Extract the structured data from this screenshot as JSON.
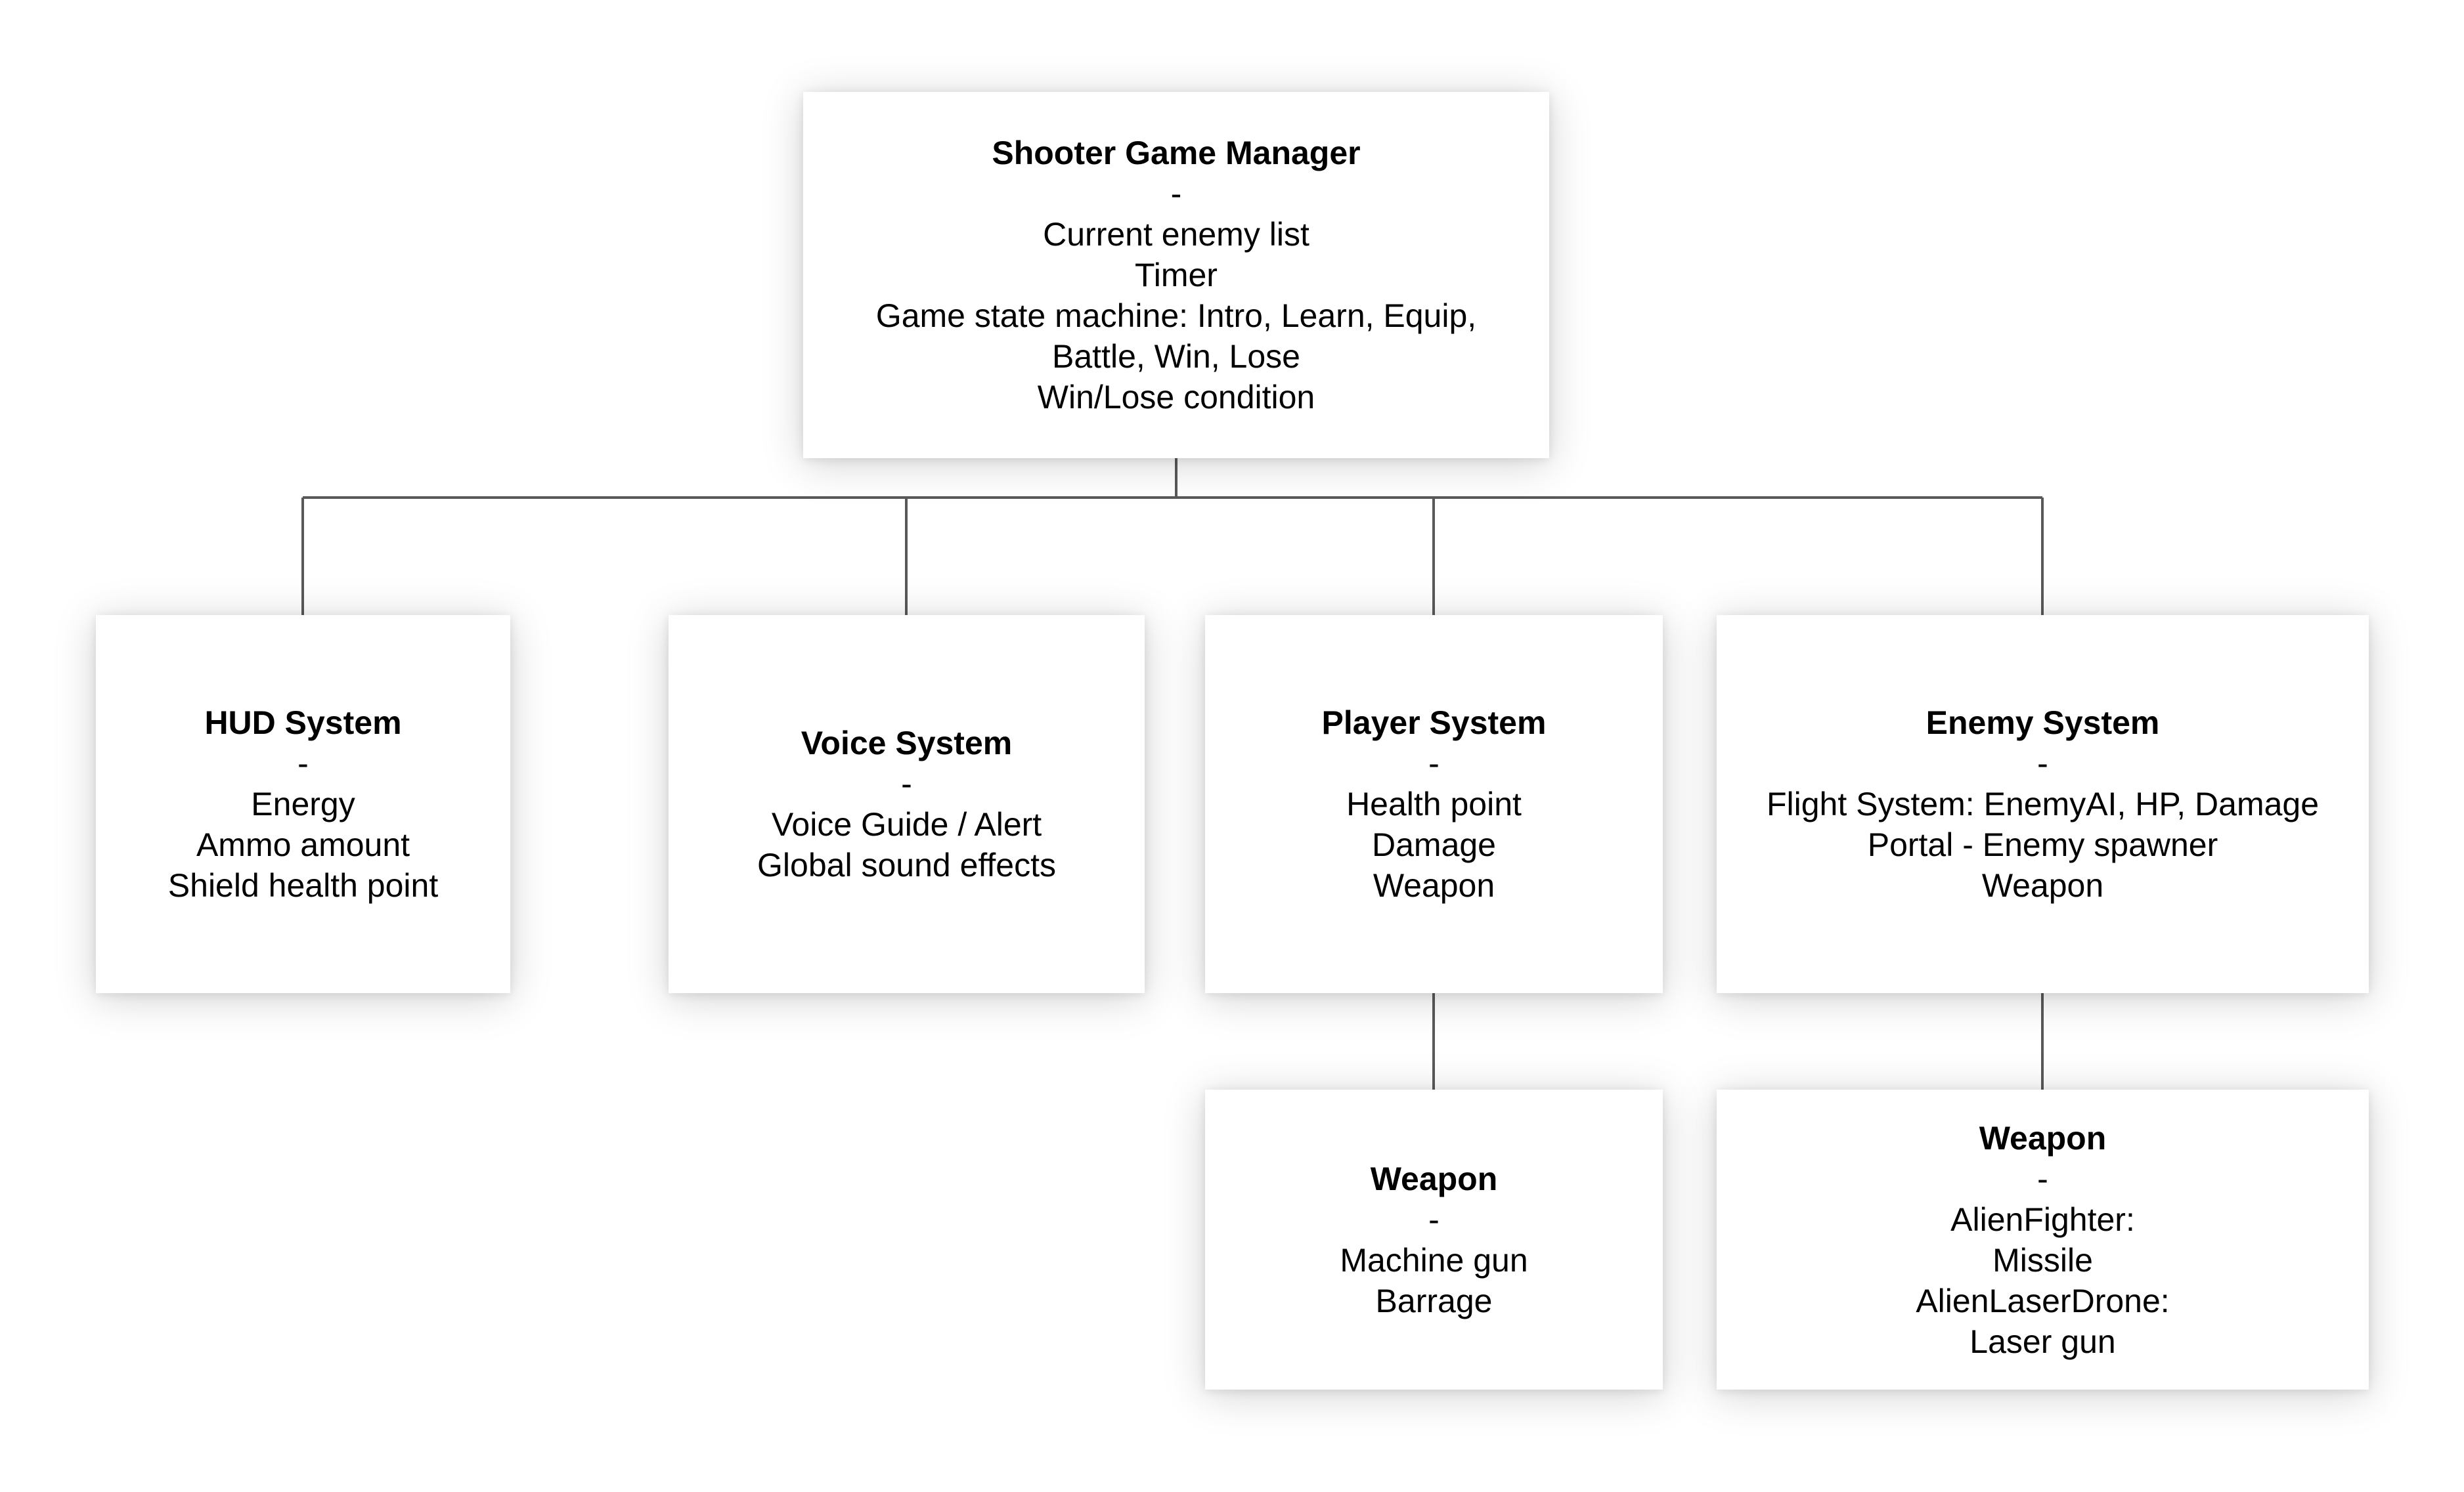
{
  "colors": {
    "background": "#ffffff",
    "node_fill": "#ffffff",
    "connector": "#595959",
    "text": "#000000"
  },
  "nodes": {
    "manager": {
      "title": "Shooter Game Manager",
      "lines": [
        "-",
        "Current enemy list",
        "Timer",
        "Game state machine: Intro, Learn, Equip,",
        "Battle, Win, Lose",
        "Win/Lose condition"
      ]
    },
    "hud": {
      "title": "HUD System",
      "lines": [
        "-",
        "Energy",
        "Ammo amount",
        "Shield health point"
      ]
    },
    "voice": {
      "title": "Voice System",
      "lines": [
        "-",
        "Voice Guide / Alert",
        "Global sound effects"
      ]
    },
    "player": {
      "title": "Player System",
      "lines": [
        "-",
        "Health point",
        "Damage",
        "Weapon"
      ]
    },
    "enemy": {
      "title": "Enemy System",
      "lines": [
        "-",
        "Flight System: EnemyAI, HP, Damage",
        "Portal - Enemy spawner",
        "Weapon"
      ]
    },
    "player_weapon": {
      "title": "Weapon",
      "lines": [
        "-",
        "Machine gun",
        "Barrage"
      ]
    },
    "enemy_weapon": {
      "title": "Weapon",
      "lines": [
        "-",
        "AlienFighter:",
        "Missile",
        "AlienLaserDrone:",
        "Laser gun"
      ]
    }
  }
}
